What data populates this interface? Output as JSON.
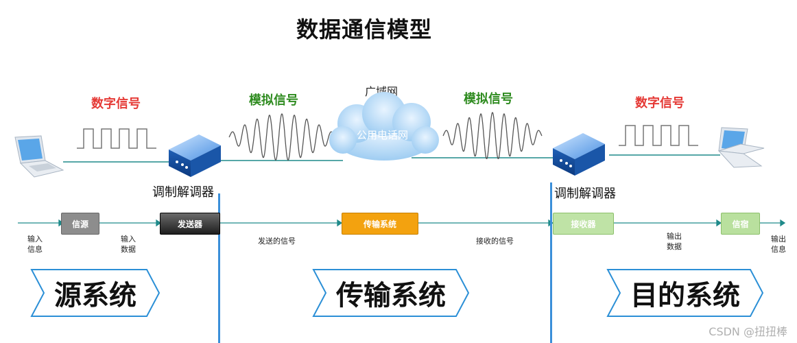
{
  "title": "数据通信模型",
  "signals": {
    "digital_left": "数字信号",
    "analog_left": "模拟信号",
    "wan": "广域网",
    "cloud": "公用电话网",
    "analog_right": "模拟信号",
    "digital_right": "数字信号"
  },
  "modems": {
    "left": "调制解调器",
    "right": "调制解调器"
  },
  "flow_boxes": {
    "source": "信源",
    "sender": "发送器",
    "transmission": "传输系统",
    "receiver": "接收器",
    "destination": "信宿"
  },
  "flow_labels": {
    "input_info": "输入\n信息",
    "input_data": "输入\n数据",
    "sent_signal": "发送的信号",
    "received_signal": "接收的信号",
    "output_data": "输出\n数据",
    "output_info": "输出\n信息"
  },
  "systems": {
    "source": "源系统",
    "transmission": "传输系统",
    "destination": "目的系统"
  },
  "watermark": "CSDN @扭扭棒",
  "colors": {
    "digital": "#e53935",
    "analog": "#2e8b1f",
    "line": "#1f8a8a",
    "divider": "#3b8fd9"
  }
}
